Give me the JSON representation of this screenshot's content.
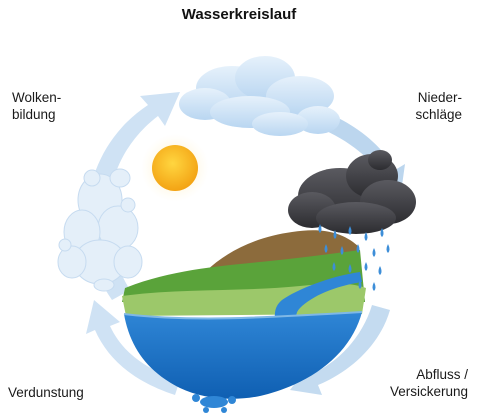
{
  "title": "Wasserkreislauf",
  "stages": {
    "cloud_formation": {
      "line1": "Wolken-",
      "line2": "bildung"
    },
    "precipitation": {
      "line1": "Nieder-",
      "line2": "schläge"
    },
    "evaporation": {
      "line1": "Verdunstung"
    },
    "runoff": {
      "line1": "Abfluss /",
      "line2": "Versickerung"
    }
  },
  "icons": [
    "sun-icon",
    "cloud-icon",
    "rain-cloud-icon",
    "raindrop-icon",
    "arrow-icon",
    "landscape-icon",
    "water-icon"
  ],
  "colors": {
    "arrow": "#bcd6ee",
    "cloud": "#cfe3f6",
    "rain_cloud": "#3f3f44",
    "sun": "#f6a91a",
    "grass": "#5aa33a",
    "soil": "#8c6b3c",
    "water": "#1f74c8"
  }
}
